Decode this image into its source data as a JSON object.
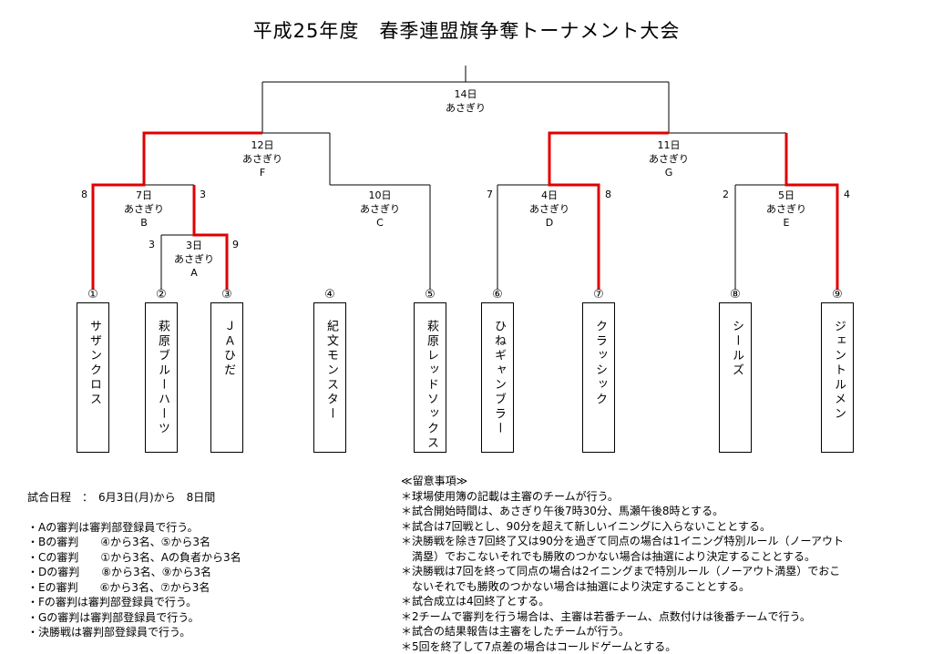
{
  "title": "平成25年度　春季連盟旗争奪トーナメント大会",
  "games": {
    "final": {
      "date": "14日",
      "venue": "あさぎり"
    },
    "F": {
      "date": "12日",
      "venue": "あさぎり",
      "code": "F"
    },
    "G": {
      "date": "11日",
      "venue": "あさぎり",
      "code": "G"
    },
    "B": {
      "date": "7日",
      "venue": "あさぎり",
      "code": "B",
      "score_left": "8",
      "score_right": "3"
    },
    "A": {
      "date": "3日",
      "venue": "あさぎり",
      "code": "A",
      "score_left": "3",
      "score_right": "9"
    },
    "C": {
      "date": "10日",
      "venue": "あさぎり",
      "code": "C"
    },
    "D": {
      "date": "4日",
      "venue": "あさぎり",
      "code": "D",
      "score_left": "7",
      "score_right": "8"
    },
    "E": {
      "date": "5日",
      "venue": "あさぎり",
      "code": "E",
      "score_left": "2",
      "score_right": "4"
    }
  },
  "teams": [
    {
      "num": "①",
      "name": "サザンクロス"
    },
    {
      "num": "②",
      "name": "萩原ブルーハーツ"
    },
    {
      "num": "③",
      "name": "ＪＡひだ"
    },
    {
      "num": "④",
      "name": "紀文モンスター"
    },
    {
      "num": "⑤",
      "name": "萩原レッドソックス"
    },
    {
      "num": "⑥",
      "name": "ひねギャンブラー"
    },
    {
      "num": "⑦",
      "name": "クラッシック"
    },
    {
      "num": "⑧",
      "name": "シールズ"
    },
    {
      "num": "⑨",
      "name": "ジェントルメン"
    }
  ],
  "colors": {
    "winner_line": "#e00000",
    "line": "#000000"
  },
  "schedule": "試合日程　：　6月3日(月)から　8日間",
  "umpires": [
    "・Aの審判は審判部登録員で行う。",
    "・Bの審判　　④から3名、⑤から3名",
    "・Cの審判　　①から3名、Aの負者から3名",
    "・Dの審判　　⑧から3名、⑨から3名",
    "・Eの審判　　⑥から3名、⑦から3名",
    "・Fの審判は審判部登録員で行う。",
    "・Gの審判は審判部登録員で行う。",
    "・決勝戦は審判部登録員で行う。"
  ],
  "notes_title": "≪留意事項≫",
  "notes": [
    "＊球場使用簿の記載は主審のチームが行う。",
    "＊試合開始時間は、あさぎり午後7時30分、馬瀬午後8時とする。",
    "＊試合は7回戦とし、90分を超えて新しいイニングに入らないこととする。",
    "＊決勝戦を除き7回終了又は90分を過ぎて同点の場合は1イニング特別ルール（ノーアウト",
    "　満塁）でおこないそれでも勝敗のつかない場合は抽選により決定することとする。",
    "＊決勝戦は7回を終って同点の場合は2イニングまで特別ルール（ノーアウト満塁）でおこ",
    "　ないそれでも勝敗のつかない場合は抽選により決定することとする。",
    "＊試合成立は4回終了とする。",
    "＊2チームで審判を行う場合は、主審は若番チーム、点数付けは後番チームで行う。",
    "＊試合の結果報告は主審をしたチームが行う。",
    "＊5回を終了して7点差の場合はコールドゲームとする。"
  ]
}
